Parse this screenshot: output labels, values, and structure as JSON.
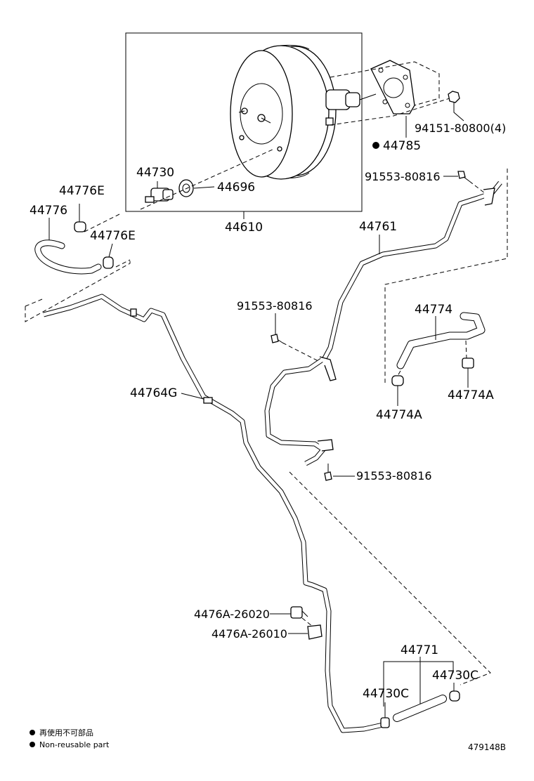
{
  "labels": {
    "l94151": "94151-80800(4)",
    "l44785": "44785",
    "l91553_top": "91553-80816",
    "l44730": "44730",
    "l44696": "44696",
    "l44776E_1": "44776E",
    "l44776": "44776",
    "l44776E_2": "44776E",
    "l44610": "44610",
    "l44761": "44761",
    "l91553_mid": "91553-80816",
    "l44774": "44774",
    "l44764G": "44764G",
    "l44774A_1": "44774A",
    "l44774A_2": "44774A",
    "l91553_low": "91553-80816",
    "l4476A_26020": "4476A-26020",
    "l4476A_26010": "4476A-26010",
    "l44771": "44771",
    "l44730C_1": "44730C",
    "l44730C_2": "44730C"
  },
  "notes": {
    "jp": "再使用不可部品",
    "en": "Non-reusable part"
  },
  "figure_id": "479148B"
}
